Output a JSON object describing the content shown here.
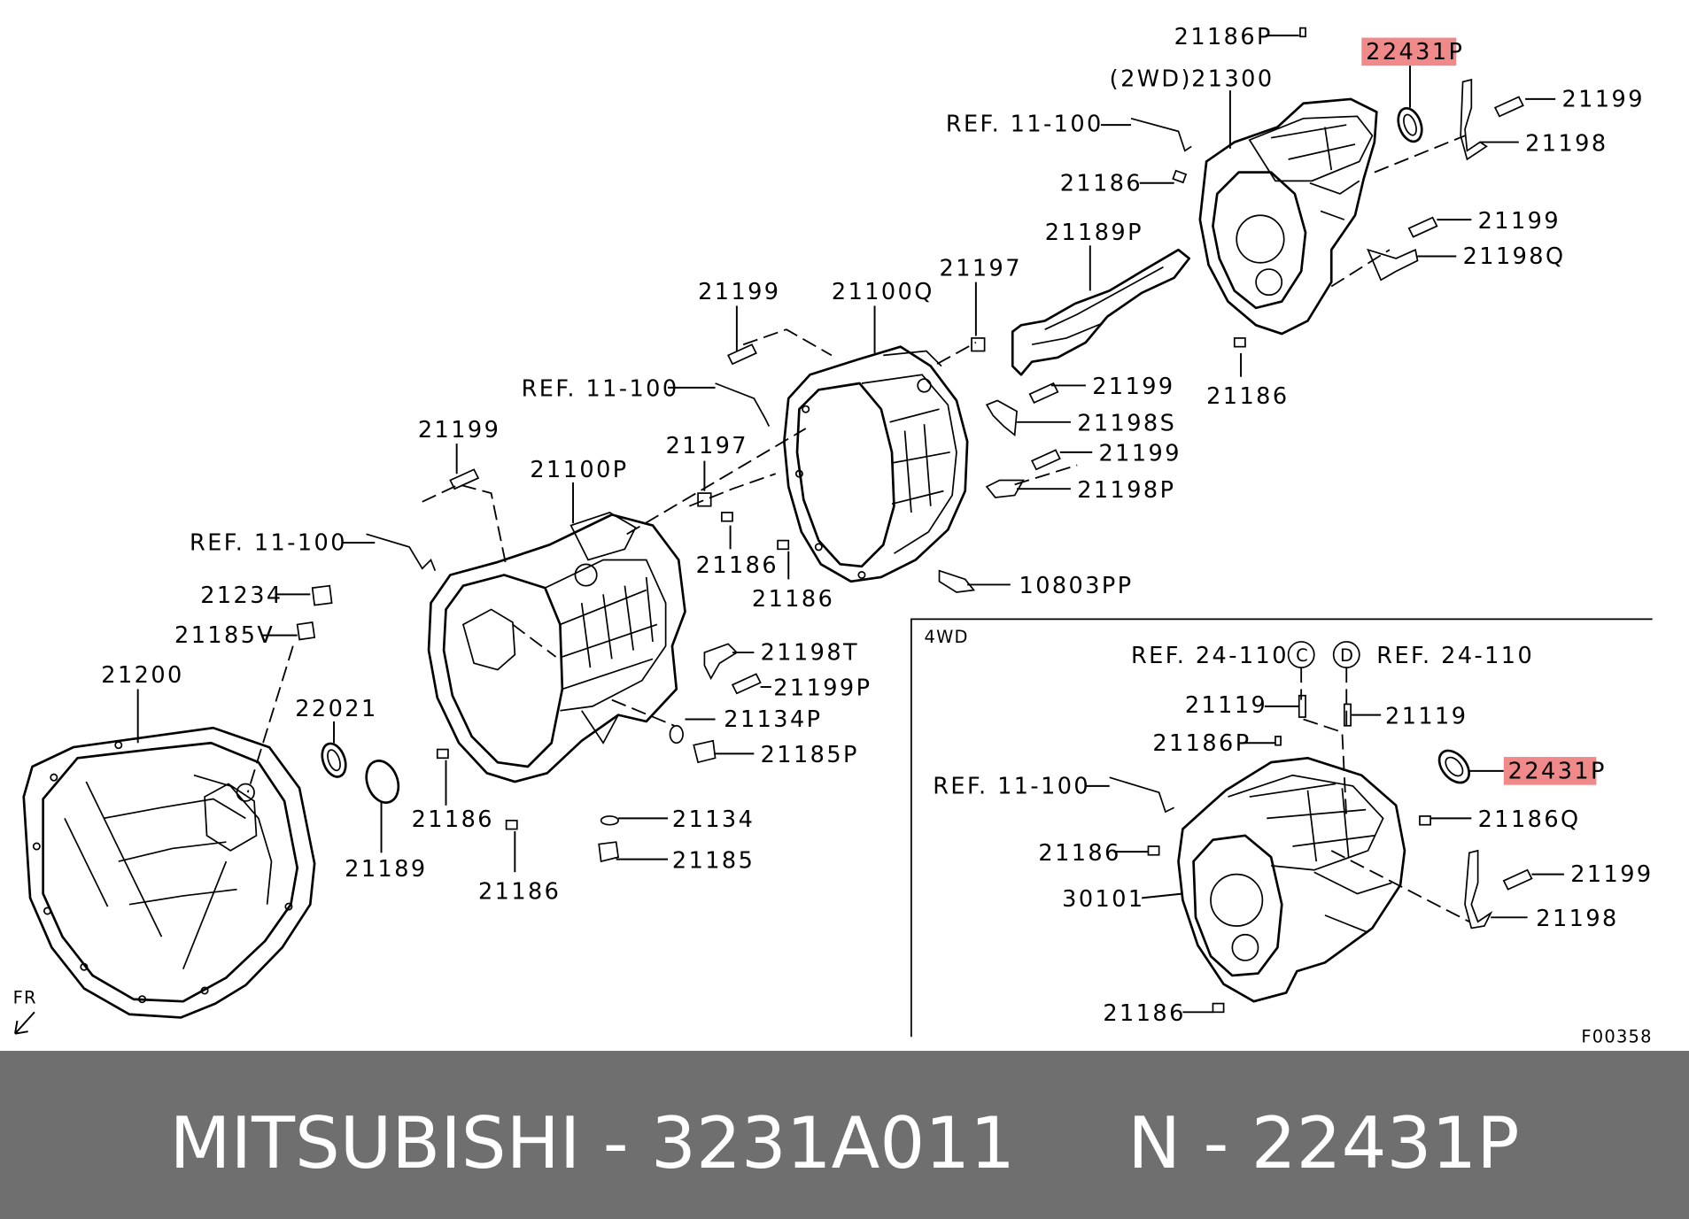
{
  "labels": {
    "l_21186P_top": "21186P",
    "l_22431P_top": "22431P",
    "l_2wd": "(2WD)",
    "l_21300": "21300",
    "l_21199_a": "21199",
    "l_ref_a": "REF. 11-100",
    "l_21198_a": "21198",
    "l_21186_a": "21186",
    "l_21199_b": "21199",
    "l_21198Q": "21198Q",
    "l_21189P": "21189P",
    "l_21197_a": "21197",
    "l_21199_c": "21199",
    "l_21100Q": "21100Q",
    "l_21186_b": "21186",
    "l_ref_b": "REF. 11-100",
    "l_21199_d": "21199",
    "l_21198S": "21198S",
    "l_21199_e": "21199",
    "l_21199_f": "21199",
    "l_21197_b": "21197",
    "l_21100P": "21100P",
    "l_21198P": "21198P",
    "l_ref_c": "REF. 11-100",
    "l_21186_c": "21186",
    "l_10803PP": "10803PP",
    "l_21186_d": "21186",
    "l_21234": "21234",
    "l_21185V": "21185V",
    "l_21198T": "21198T",
    "l_21200": "21200",
    "l_21199P": "21199P",
    "l_22021": "22021",
    "l_21134P": "21134P",
    "l_21185P": "21185P",
    "l_21186_e": "21186",
    "l_21134": "21134",
    "l_21189": "21189",
    "l_21185": "21185",
    "l_21186_f": "21186",
    "l_fr": "FR",
    "l_4wd": "4WD",
    "l_ref24_c": "REF. 24-110",
    "l_circle_c": "C",
    "l_circle_d": "D",
    "l_ref24_d": "REF. 24-110",
    "l_21119_a": "21119",
    "l_21119_b": "21119",
    "l_21186P_b": "21186P",
    "l_22431P_b": "22431P",
    "l_ref_d": "REF. 11-100",
    "l_21186Q": "21186Q",
    "l_21186_g": "21186",
    "l_21199_g": "21199",
    "l_30101": "30101",
    "l_21198_b": "21198",
    "l_21186_h": "21186",
    "l_f00358": "F00358"
  },
  "highlight_color": "#f08a8a",
  "footer": {
    "text": "MITSUBISHI - 3231A011     N - 22431P",
    "background": "#6f6f6f",
    "color": "#ffffff"
  }
}
